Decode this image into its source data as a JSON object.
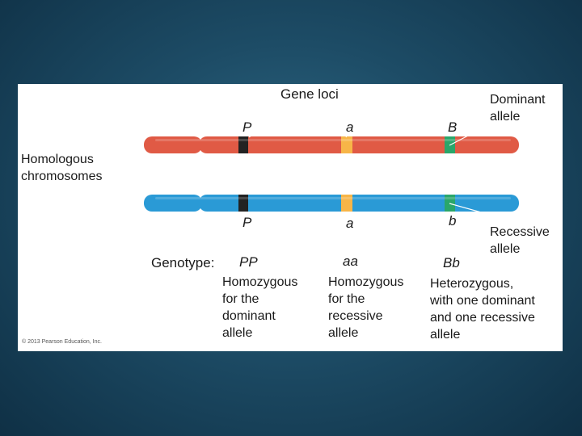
{
  "title": "Gene loci",
  "labels": {
    "homologous": "Homologous\nchromosomes",
    "dominant_allele": "Dominant\nallele",
    "recessive_allele": "Recessive\nallele",
    "genotype_label": "Genotype:"
  },
  "top_loci": [
    "P",
    "a",
    "B"
  ],
  "bottom_loci": [
    "P",
    "a",
    "b"
  ],
  "genotypes": [
    {
      "code": "PP",
      "description": "Homozygous\nfor the\ndominant\nallele"
    },
    {
      "code": "aa",
      "description": "Homozygous\nfor the\nrecessive\nallele"
    },
    {
      "code": "Bb",
      "description": "Heterozygous,\nwith one dominant\nand one recessive\nallele"
    }
  ],
  "copyright": "© 2013 Pearson Education, Inc.",
  "colors": {
    "top_chromosome": "#e05a45",
    "bottom_chromosome": "#2a9ad6",
    "locus_P": "#222222",
    "locus_a": "#f7b548",
    "locus_B": "#2aa66a"
  }
}
